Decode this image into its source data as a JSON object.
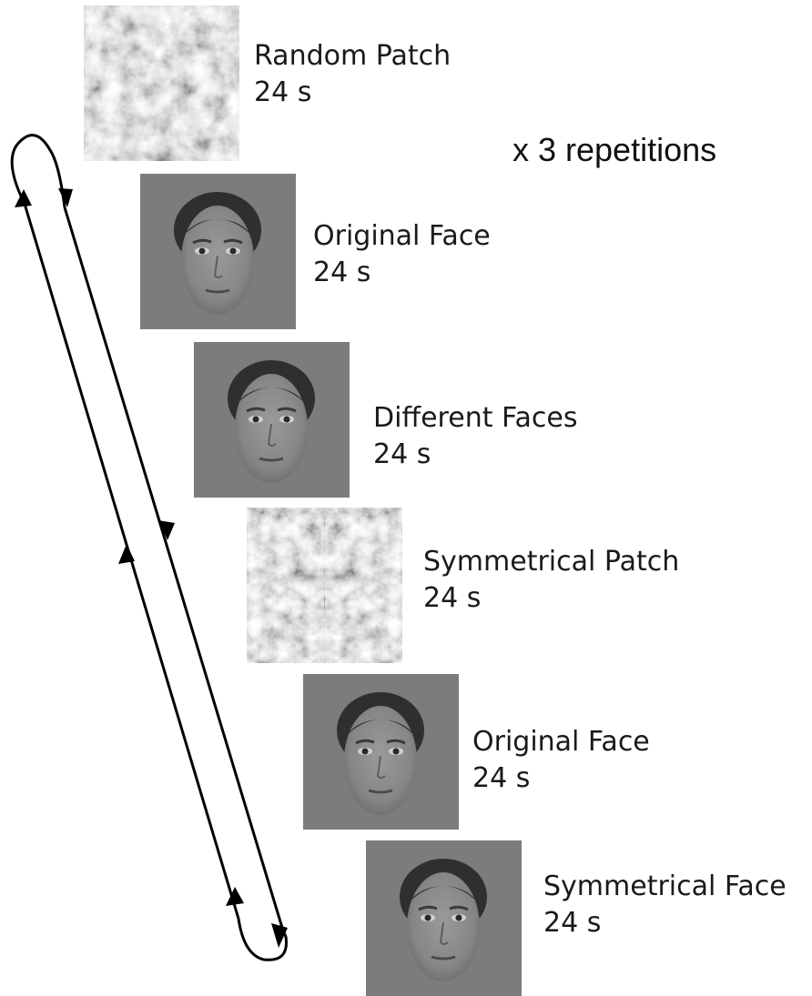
{
  "repetitions_label": "x 3 repetitions",
  "blocks": [
    {
      "name": "Random Patch",
      "duration": "24 s",
      "stimulus": "random-noise-patch"
    },
    {
      "name": "Original Face",
      "duration": "24 s",
      "stimulus": "face-photo"
    },
    {
      "name": "Different Faces",
      "duration": "24 s",
      "stimulus": "face-photo"
    },
    {
      "name": "Symmetrical Patch",
      "duration": "24 s",
      "stimulus": "symmetric-noise-patch"
    },
    {
      "name": "Original Face",
      "duration": "24 s",
      "stimulus": "face-photo"
    },
    {
      "name": "Symmetrical Face",
      "duration": "24 s",
      "stimulus": "face-photo"
    }
  ],
  "colors": {
    "background": "#ffffff",
    "face_backdrop": "#7c7c7c",
    "text": "#1a1a1a",
    "loop": "#000000"
  }
}
